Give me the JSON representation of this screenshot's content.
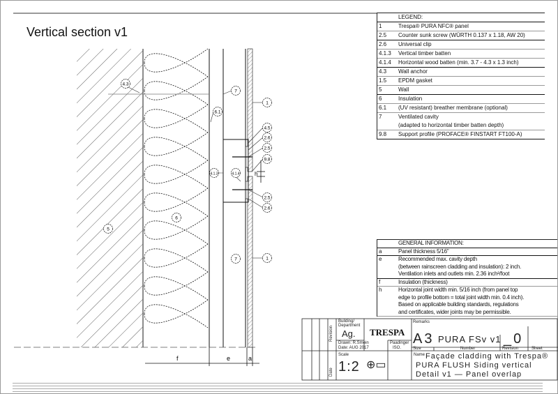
{
  "title": "Vertical section v1",
  "legend": {
    "header": "LEGEND:",
    "items": [
      {
        "num": "1",
        "text": "Trespa® PURA NFC® panel"
      },
      {
        "num": "2.5",
        "text": "Counter sunk screw (WÜRTH 0.137 x 1.18, AW 20)"
      },
      {
        "num": "2.6",
        "text": "Universal clip"
      },
      {
        "num": "4.1.3",
        "text": "Vertical timber batten"
      },
      {
        "num": "4.1.4",
        "text": "Horizontal wood batten (min. 3.7 - 4.3 x 1.3 inch)"
      },
      {
        "num": "4.3",
        "text": "Wall anchor"
      },
      {
        "num": "1.5",
        "text": "EPDM gasket"
      },
      {
        "num": "5",
        "text": "Wall"
      },
      {
        "num": "6",
        "text": "Insulation"
      },
      {
        "num": "6.1",
        "text": "(UV resistant) breather membrane (optional)"
      },
      {
        "num": "7",
        "text": "Ventilated cavity",
        "text2": "(adapted to horizontal timber batten depth)"
      },
      {
        "num": "9.8",
        "text": "Support profile (PROFACE® FINSTART FT100-A)"
      }
    ]
  },
  "general": {
    "header": "GENERAL INFORMATION:",
    "items": [
      {
        "num": "a",
        "lines": [
          "Panel thickness 5/16\""
        ]
      },
      {
        "num": "e",
        "lines": [
          "Recommended max. cavity depth",
          "(between rainscreen cladding and insulation): 2 inch.",
          "Ventilation inlets and outlets min. 2.36 inch²/foot"
        ]
      },
      {
        "num": "f",
        "lines": [
          "Insulation (thickness)"
        ]
      },
      {
        "num": "h",
        "lines": [
          "Horizontal joint width min. 5/16 inch (from panel top",
          "edge to profile bottom = total joint width min. 0.4 inch).",
          "Based on applicable building standards, regulations",
          "and certificates, wider joints may be permissible."
        ]
      }
    ]
  },
  "callouts": [
    "4.3",
    "7",
    "1",
    "6.1",
    "4.5",
    "2.6",
    "2.5",
    "9.8",
    "4.1.3",
    "4.1.4",
    "2.5",
    "2.6",
    "5",
    "6",
    "7",
    "1"
  ],
  "dimensions": {
    "f": "f",
    "e": "e",
    "a": "a",
    "h": "h"
  },
  "title_block": {
    "building_label": "Building/ Department",
    "building_value": "Ag.",
    "logo": "TRESPA",
    "remarks_label": "Remarks",
    "size_value": "A3",
    "number_value": "PURA FSv v1",
    "revision_value": "_0",
    "drawn_label": "Drawn: R.Smein",
    "date_label": "Date: AUG 2017",
    "checked_label": "Paadinger",
    "checked_value": "ISO.",
    "size_label": "Size",
    "number_label": "Number",
    "revision_label": "Revision",
    "sheet_label": "Sheet",
    "revision_side": "Revision",
    "scale_label": "Scale",
    "scale_value": "1:2",
    "name_label": "Name",
    "name_lines": [
      "Façade cladding with Trespa®",
      "PURA FLUSH Siding vertical",
      "Detail v1 — Panel overlap"
    ],
    "date_side": "Date"
  },
  "colors": {
    "line": "#111111",
    "hatch": "#333333",
    "dim": "#777777"
  }
}
